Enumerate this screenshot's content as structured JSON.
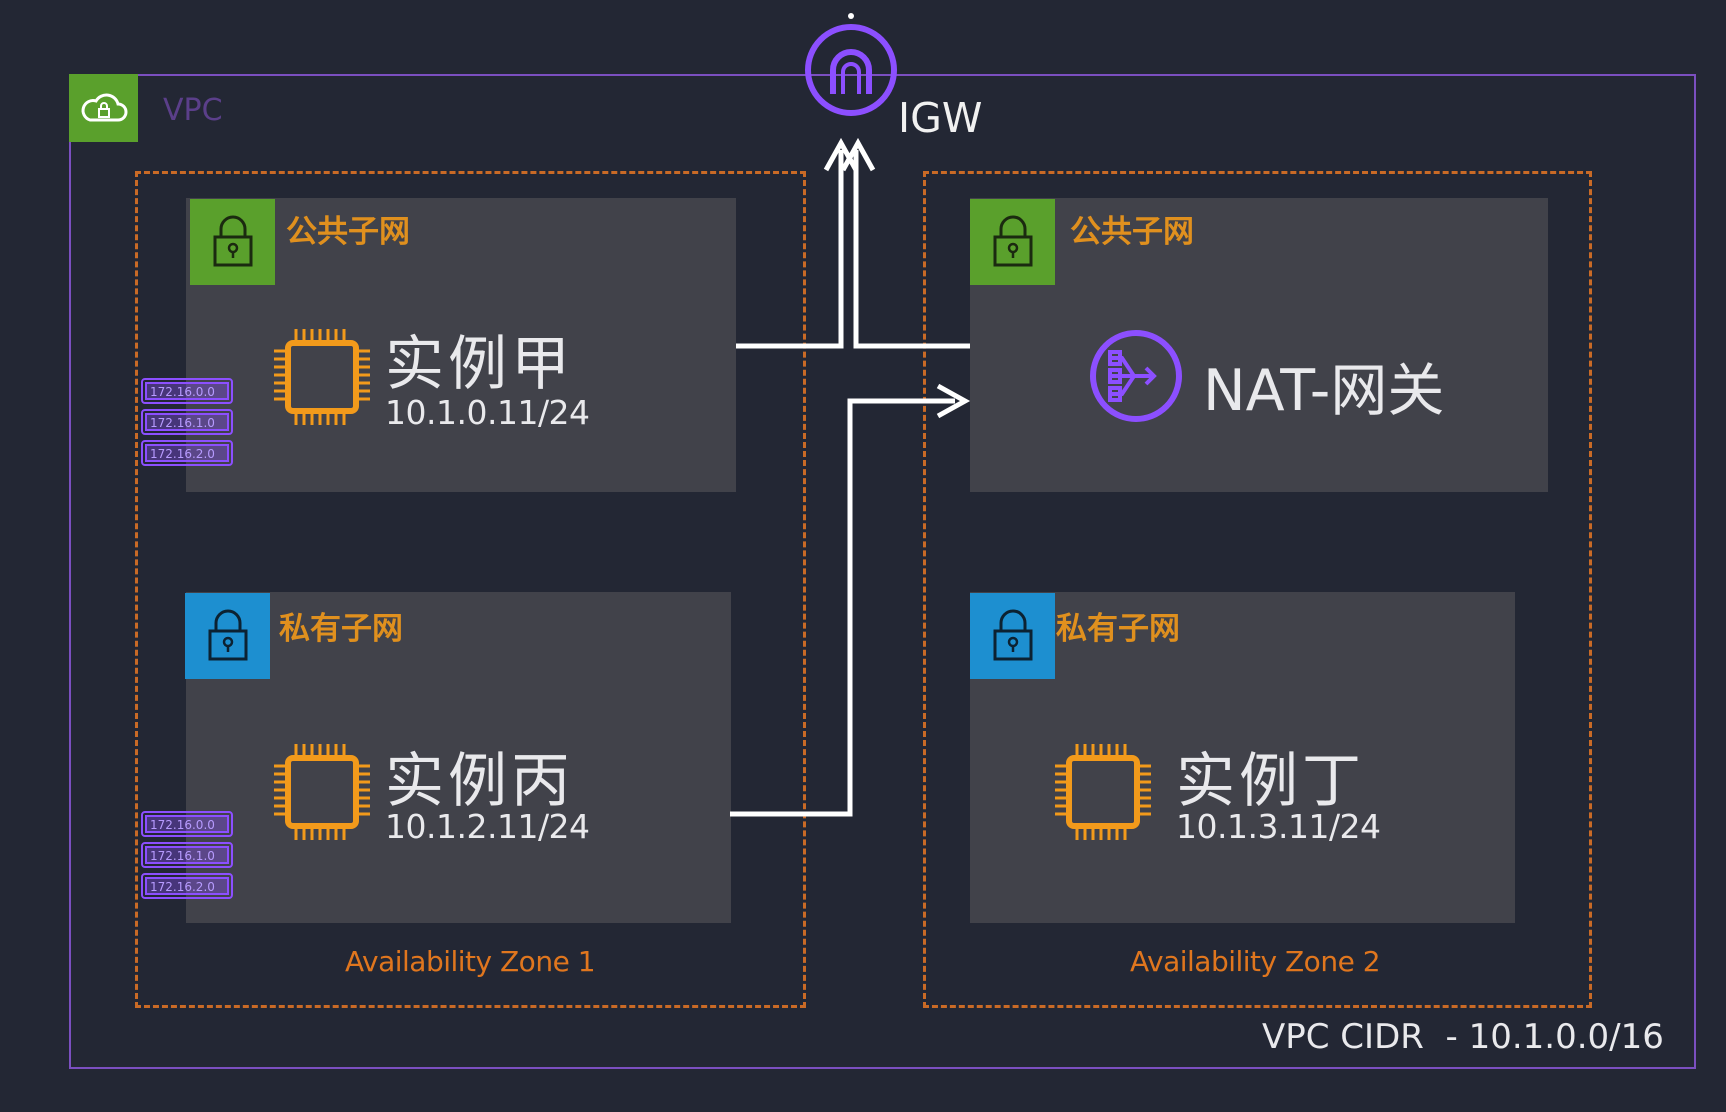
{
  "vpc": {
    "label": "VPC",
    "cidr": "VPC CIDR  - 10.1.0.0/16"
  },
  "igw": {
    "label": "IGW"
  },
  "zones": [
    {
      "label": "Availability Zone 1"
    },
    {
      "label": "Availability Zone 2"
    }
  ],
  "subnets": {
    "public_1": {
      "label": "公共子网"
    },
    "private_1": {
      "label": "私有子网"
    },
    "public_2": {
      "label": "公共子网"
    },
    "private_2": {
      "label": "私有子网"
    }
  },
  "instances": {
    "a": {
      "name": "实例甲",
      "ip": "10.1.0.11/24"
    },
    "b": {
      "name": "实例丙",
      "ip": "10.1.2.11/24"
    },
    "d": {
      "name": "实例丁",
      "ip": "10.1.3.11/24"
    }
  },
  "nat": {
    "label": "NAT-网关"
  },
  "route_tables": [
    {
      "rows": [
        "172.16.0.0",
        "172.16.1.0",
        "172.16.2.0"
      ]
    },
    {
      "rows": [
        "172.16.0.0",
        "172.16.1.0",
        "172.16.2.0"
      ]
    }
  ],
  "colors": {
    "background": "#232734",
    "vpc_border": "#7b4fc0",
    "zone_border": "#c96a26",
    "public_subnet_tile": "#5aa02c",
    "private_subnet_tile": "#1d8fd0",
    "instance_icon": "#f29a1b",
    "gateway_icon": "#8c4fff"
  },
  "icons": {
    "vpc": "cloud-lock-icon",
    "subnet": "padlock-icon",
    "instance": "chip-icon",
    "nat": "nat-gateway-icon",
    "igw": "internet-gateway-icon",
    "route_table": "route-table-icon"
  }
}
